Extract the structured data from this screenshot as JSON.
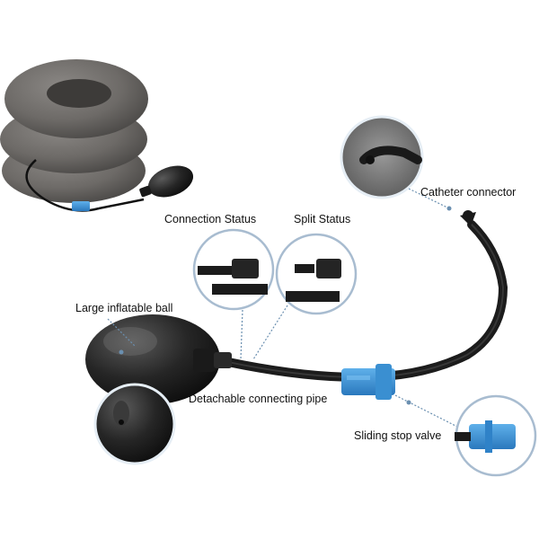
{
  "labels": {
    "catheter_connector": "Catheter connector",
    "connection_status": "Connection Status",
    "split_status": "Split Status",
    "large_inflatable_ball": "Large inflatable ball",
    "detachable_connecting_pipe": "Detachable connecting pipe",
    "sliding_stop_valve": "Sliding stop valve"
  },
  "colors": {
    "pillow": "#6d6a67",
    "hose": "#1c1c1c",
    "valve": "#3a8fd1",
    "callout_line": "#6a8fb0",
    "text": "#111111"
  },
  "icons": [
    "neck-pillow",
    "hand-pump",
    "air-hose",
    "valve",
    "magnifier"
  ]
}
